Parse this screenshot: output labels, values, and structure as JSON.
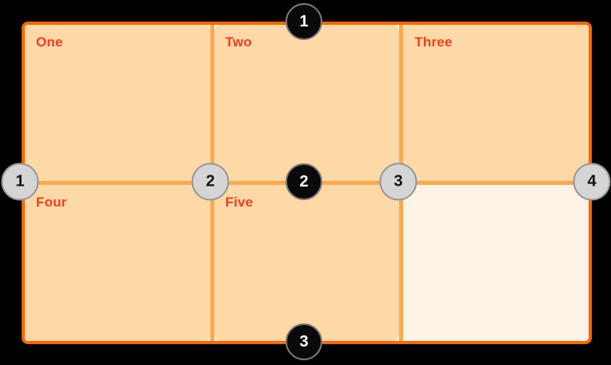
{
  "grid": {
    "columns": 3,
    "rows": 2,
    "cells": [
      {
        "label": "One"
      },
      {
        "label": "Two"
      },
      {
        "label": "Three"
      },
      {
        "label": "Four"
      },
      {
        "label": "Five"
      },
      {
        "label": ""
      }
    ],
    "colors": {
      "page_background": "#000000",
      "outer_border": "#ff6606",
      "grid_line": "#fba94c",
      "cell_fill": "#fed9a8",
      "empty_cell_fill": "#fdf3e6",
      "label_text": "#f93b1d"
    }
  },
  "row_line_badges": {
    "items": [
      "1",
      "2",
      "3"
    ],
    "fill": "#0a0a0a",
    "text_color": "#ffffff",
    "border_color": "#7a7a7a"
  },
  "column_line_badges": {
    "items": [
      "1",
      "2",
      "3",
      "4"
    ],
    "fill": "#d5d5d5",
    "text_color": "#111111",
    "border_color": "#979797"
  }
}
